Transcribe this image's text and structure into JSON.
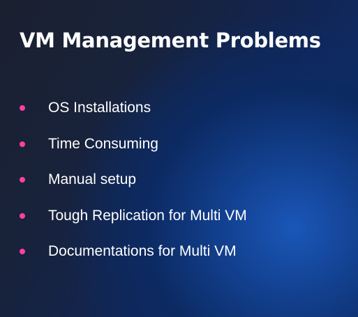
{
  "slide": {
    "title": "VM Management Problems",
    "bullet_color": "#ff3fa4",
    "bullets": [
      {
        "text": "OS Installations"
      },
      {
        "text": "Time Consuming"
      },
      {
        "text": "Manual setup"
      },
      {
        "text": "Tough Replication for Multi VM"
      },
      {
        "text": "Documentations for Multi VM"
      }
    ]
  }
}
